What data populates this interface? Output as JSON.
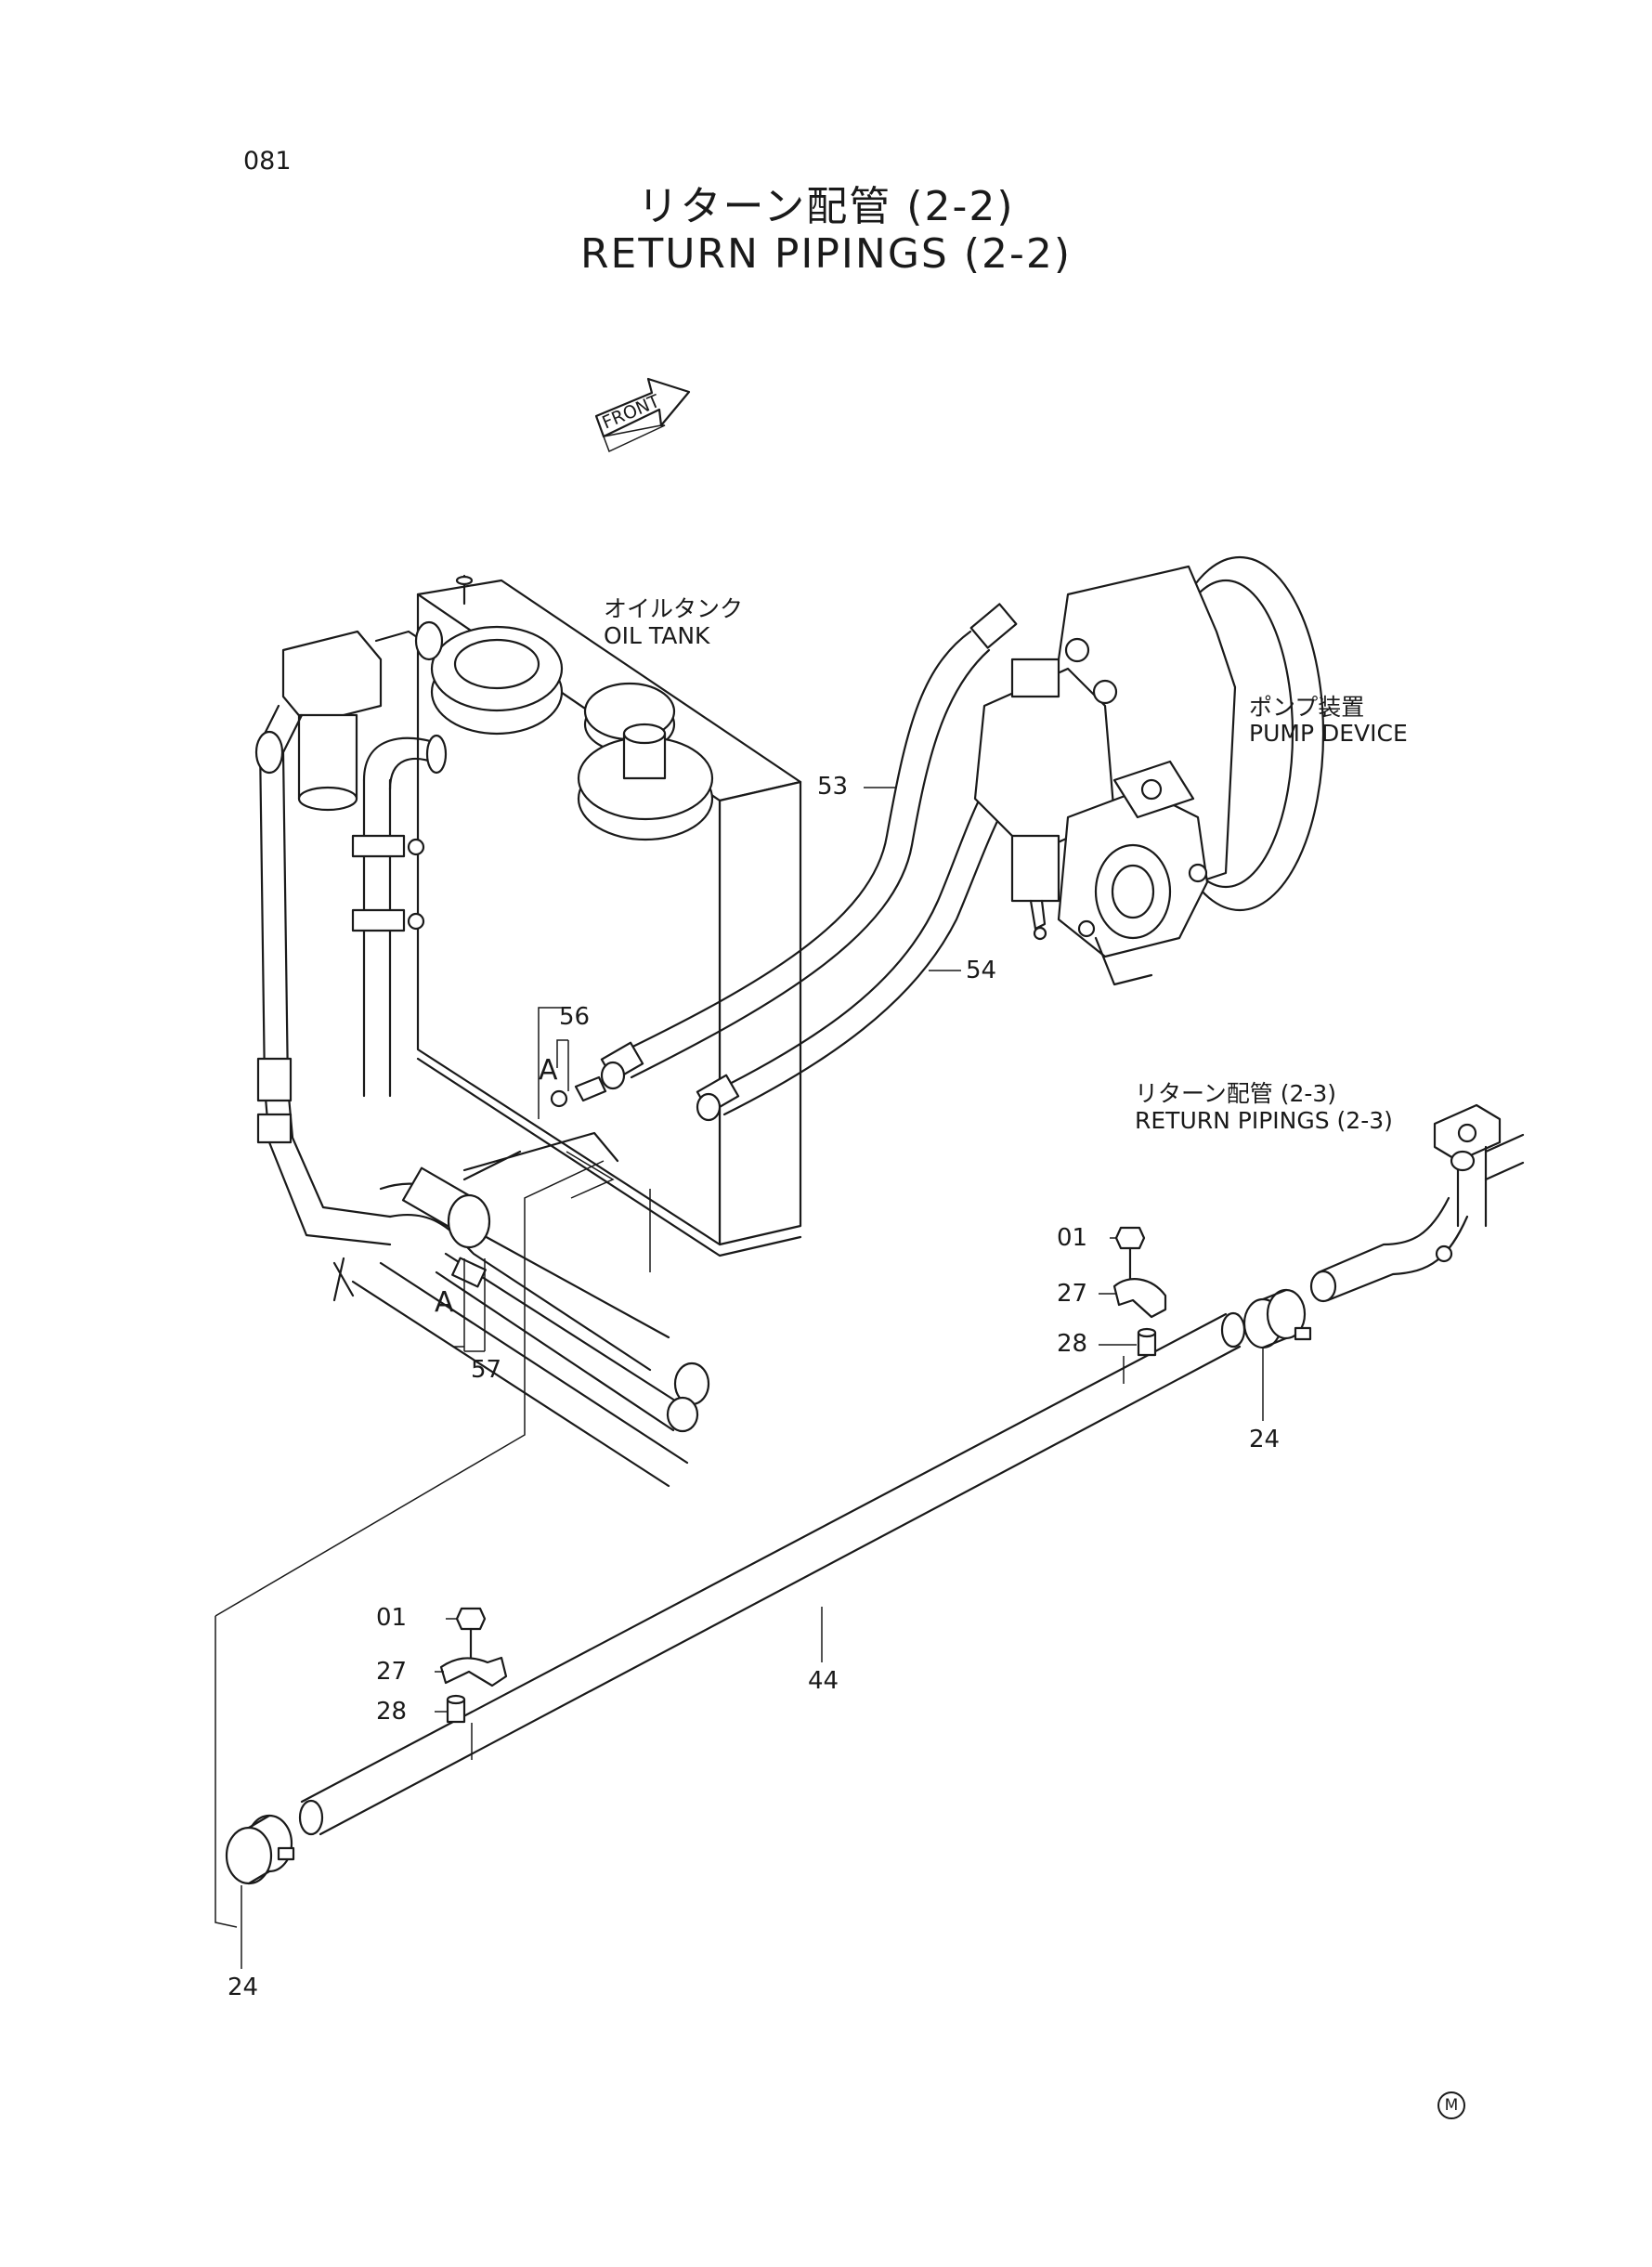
{
  "page_number": "081",
  "title_jp": "リターン配管 (2-2)",
  "title_en": "RETURN PIPINGS (2-2)",
  "front_label": "FRONT",
  "labels": {
    "oil_tank_jp": "オイルタンク",
    "oil_tank_en": "OIL TANK",
    "pump_jp": "ポンプ装置",
    "pump_en": "PUMP DEVICE",
    "return_ref_jp": "リターン配管 (2-3)",
    "return_ref_en": "RETURN PIPINGS (2-3)"
  },
  "callouts": {
    "p53": "53",
    "p54": "54",
    "p56": "56",
    "p57": "57",
    "p44": "44",
    "p01_right": "01",
    "p27_right": "27",
    "p28_right": "28",
    "p24_right": "24",
    "p01_left": "01",
    "p27_left": "27",
    "p28_left": "28",
    "p24_left": "24",
    "a_upper": "A",
    "a_lower": "A"
  },
  "mark": "M"
}
